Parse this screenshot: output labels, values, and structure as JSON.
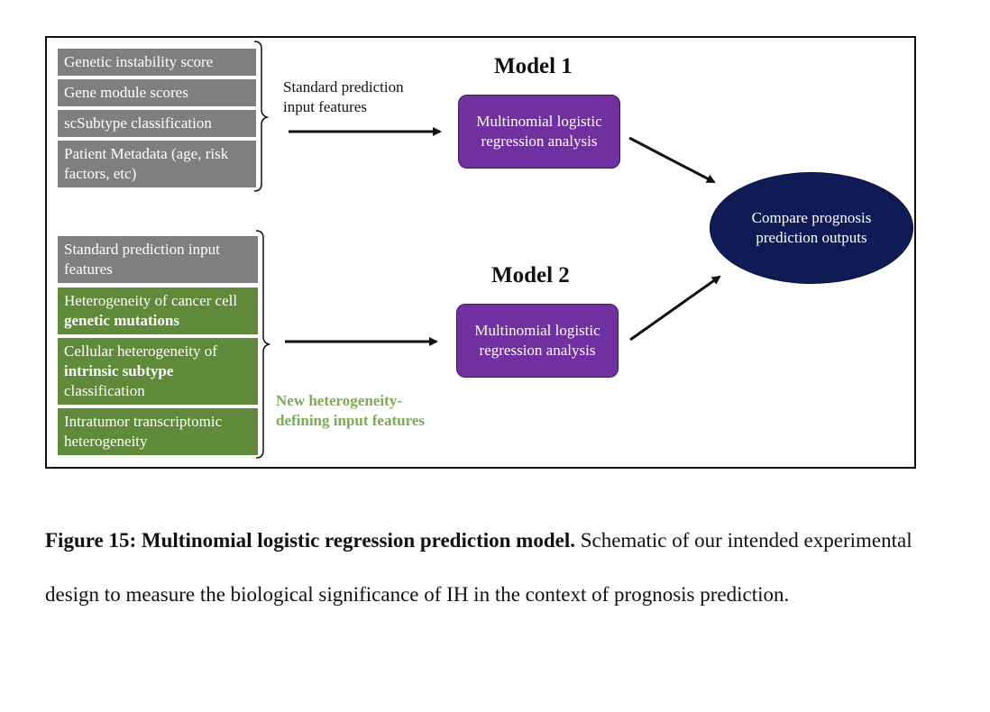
{
  "model1": {
    "title": "Model 1",
    "input_boxes": [
      "Genetic instability score",
      "Gene module scores",
      "scSubtype classification",
      "Patient Metadata (age, risk factors, etc)"
    ],
    "features_label": "Standard prediction input features",
    "analysis_label": "Multinomial logistic regression analysis"
  },
  "model2": {
    "title": "Model 2",
    "input_boxes": [
      {
        "plain": "Standard prediction input features",
        "bold": ""
      },
      {
        "plain": "Heterogeneity of cancer cell ",
        "bold": "genetic mutations"
      },
      {
        "plain": "Cellular heterogeneity of ",
        "bold": "intrinsic subtype",
        "tail": " classification"
      },
      {
        "plain": "Intratumor transcriptomic heterogeneity",
        "bold": ""
      }
    ],
    "features_label": "New heterogeneity-defining input features",
    "analysis_label": "Multinomial logistic regression analysis"
  },
  "output": {
    "label": "Compare prognosis prediction outputs"
  },
  "colors": {
    "gray_box": "#7f7f7f",
    "green_box": "#5f8a3a",
    "green_text": "#79ac54",
    "purple_box": "#7030a0",
    "navy_ellipse": "#0e1b55"
  },
  "caption": {
    "bold": "Figure 15: Multinomial logistic regression prediction model.",
    "text": " Schematic of our intended experimental design to measure the biological significance of IH in the context of prognosis prediction."
  }
}
